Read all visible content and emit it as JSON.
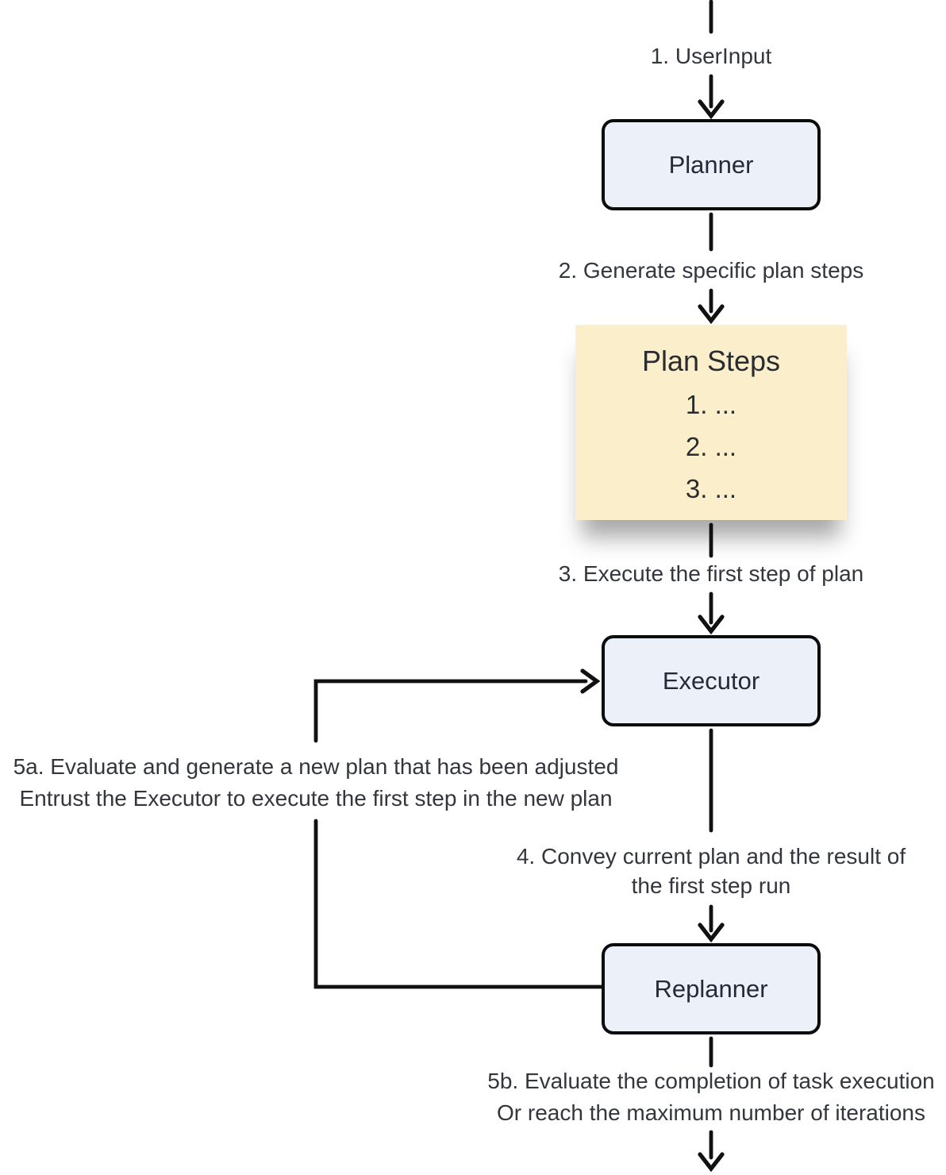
{
  "nodes": {
    "planner": {
      "label": "Planner"
    },
    "executor": {
      "label": "Executor"
    },
    "replanner": {
      "label": "Replanner"
    },
    "plan_steps": {
      "title": "Plan Steps",
      "items": [
        "1. ...",
        "2. ...",
        "3. ..."
      ]
    }
  },
  "edges": {
    "user_input": "1. UserInput",
    "generate_steps": "2. Generate specific plan steps",
    "execute_first": "3. Execute the first step of plan",
    "convey_line1": "4. Convey current plan and the result of",
    "convey_line2": "the first step run",
    "replan_line1": "5a. Evaluate and generate a new plan that has been adjusted",
    "replan_line2": "Entrust the Executor to execute the first step in the new plan",
    "finish_line1": "5b. Evaluate the completion of task execution",
    "finish_line2": "Or reach the maximum number of iterations"
  },
  "colors": {
    "node_fill": "#ECF0F8",
    "node_border": "#0C0C0C",
    "plan_fill": "#FAEECB",
    "line_color": "#111111",
    "edge_text": "#33363C",
    "node_text": "#232B39",
    "plan_text": "#2A2C30"
  }
}
